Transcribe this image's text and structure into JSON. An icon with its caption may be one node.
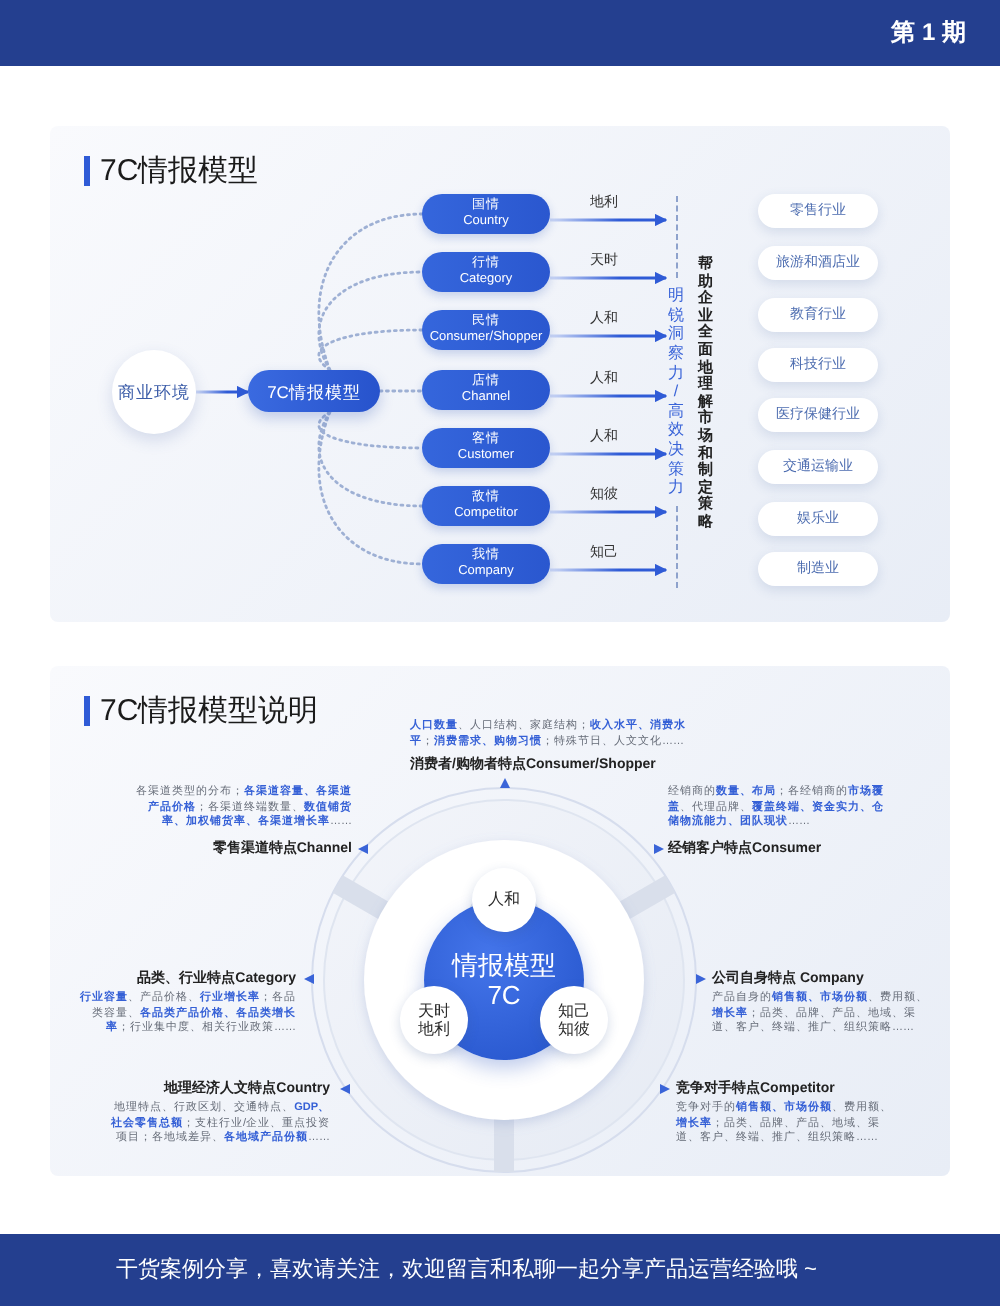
{
  "diagram": {
    "nodes": [
      {
        "text": [
          "7C情报模型"
        ]
      },
      {
        "text": [
          "商业环境"
        ],
        "in": 0
      },
      {
        "text": [
          "7C情报模型"
        ],
        "in": 0
      },
      {
        "text": [
          "国情",
          "Country"
        ],
        "in": 0
      },
      {
        "text": [
          "行情",
          "Category"
        ],
        "in": 0
      },
      {
        "text": [
          "民情",
          "Consumer/Shopper"
        ],
        "in": 0
      },
      {
        "text": [
          "店情",
          "Channel"
        ],
        "in": 0
      },
      {
        "text": [
          "客情",
          "Customer"
        ],
        "in": 0
      },
      {
        "text": [
          "敌情",
          "Competitor"
        ],
        "in": 0
      },
      {
        "text": [
          "我情",
          "Company"
        ],
        "in": 0
      },
      {
        "text": [
          "明锐洞察力/高效决策力"
        ],
        "in": 0
      },
      {
        "text": [
          "零售行业"
        ],
        "in": 0
      },
      {
        "text": [
          "旅游和酒店业"
        ],
        "in": 0
      },
      {
        "text": [
          "教育行业"
        ],
        "in": 0
      },
      {
        "text": [
          "科技行业"
        ],
        "in": 0
      },
      {
        "text": [
          "医疗保健行业"
        ],
        "in": 0
      },
      {
        "text": [
          "交通运输业"
        ],
        "in": 0
      },
      {
        "text": [
          "娱乐业"
        ],
        "in": 0
      },
      {
        "text": [
          "制造业"
        ],
        "in": 0
      },
      {
        "text": [
          "7C情报模型说明"
        ]
      },
      {
        "text": [
          "情报模型",
          "7C"
        ],
        "in": 19
      },
      {
        "text": [
          "人和"
        ],
        "in": 19
      },
      {
        "text": [
          "天时地利"
        ],
        "in": 19
      },
      {
        "text": [
          "知己知彼"
        ],
        "in": 19
      }
    ],
    "edges": [
      {
        "from": 1,
        "to": 2,
        "arrow": "to"
      },
      {
        "from": 2,
        "to": 3,
        "arrow": "none",
        "style": "dashed",
        "color": "#9eb0d4"
      },
      {
        "from": 2,
        "to": 4,
        "arrow": "none",
        "style": "dashed",
        "color": "#9eb0d4"
      },
      {
        "from": 2,
        "to": 5,
        "arrow": "none",
        "style": "dashed",
        "color": "#9eb0d4"
      },
      {
        "from": 2,
        "to": 6,
        "arrow": "none",
        "style": "dashed",
        "color": "#9eb0d4"
      },
      {
        "from": 2,
        "to": 7,
        "arrow": "none",
        "style": "dashed",
        "color": "#9eb0d4"
      },
      {
        "from": 2,
        "to": 8,
        "arrow": "none",
        "style": "dashed",
        "color": "#9eb0d4"
      },
      {
        "from": 2,
        "to": 9,
        "arrow": "none",
        "style": "dashed",
        "color": "#9eb0d4"
      },
      {
        "from": 3,
        "to": 10,
        "arrow": "to",
        "label": "地利"
      },
      {
        "from": 4,
        "to": 10,
        "arrow": "to",
        "label": "天时"
      },
      {
        "from": 5,
        "to": 10,
        "arrow": "to",
        "label": "人和"
      },
      {
        "from": 6,
        "to": 10,
        "arrow": "to",
        "label": "人和"
      },
      {
        "from": 7,
        "to": 10,
        "arrow": "to",
        "label": "人和"
      },
      {
        "from": 8,
        "to": 10,
        "arrow": "to",
        "label": "知彼"
      },
      {
        "from": 9,
        "to": 10,
        "arrow": "to",
        "label": "知己"
      }
    ],
    "labels": [
      "第 1 期",
      "帮助企业全面地理解市场和制定策略",
      "**人口数量**、人口结构、家庭结构；**收入水平、消费水平**；**消费需求、购物习惯**；特殊节日、人文文化……",
      "消费者/购物者特点Consumer/Shopper",
      "各渠道类型的分布；**各渠道容量、各渠道产品价格**；各渠道终端数量、**数值铺货率、加权铺货率、各渠道增长率**……",
      "零售渠道特点Channel",
      "经销商的**数量、布局**；各经销商的**市场覆盖**、代理品牌、**覆盖终端、资金实力、仓储物流能力、团队现状**……",
      "经销客户特点Consumer",
      "品类、行业特点Category",
      "**行业容量**、产品价格、**行业增长率**；各品类容量、**各品类产品价格、各品类增长率**；行业集中度、相关行业政策……",
      "公司自身特点 Company",
      "产品自身的**销售额、市场份额**、费用额、**增长率**；品类、品牌、产品、地域、渠道、客户、终端、推广、组织策略……",
      "地理经济人文特点Country",
      "地理特点、行政区划、交通特点、**GDP、社会零售总额**；支柱行业/企业、重点投资项目；各地域差异、**各地域产品份额**……",
      "竞争对手特点Competitor",
      "竞争对手的**销售额、市场份额**、费用额、**增长率**；品类、品牌、产品、地域、渠道、客户、终端、推广、组织策略……",
      "干货案例分享，喜欢请关注，欢迎留言和私聊一起分享产品运营经验哦 ~"
    ]
  }
}
